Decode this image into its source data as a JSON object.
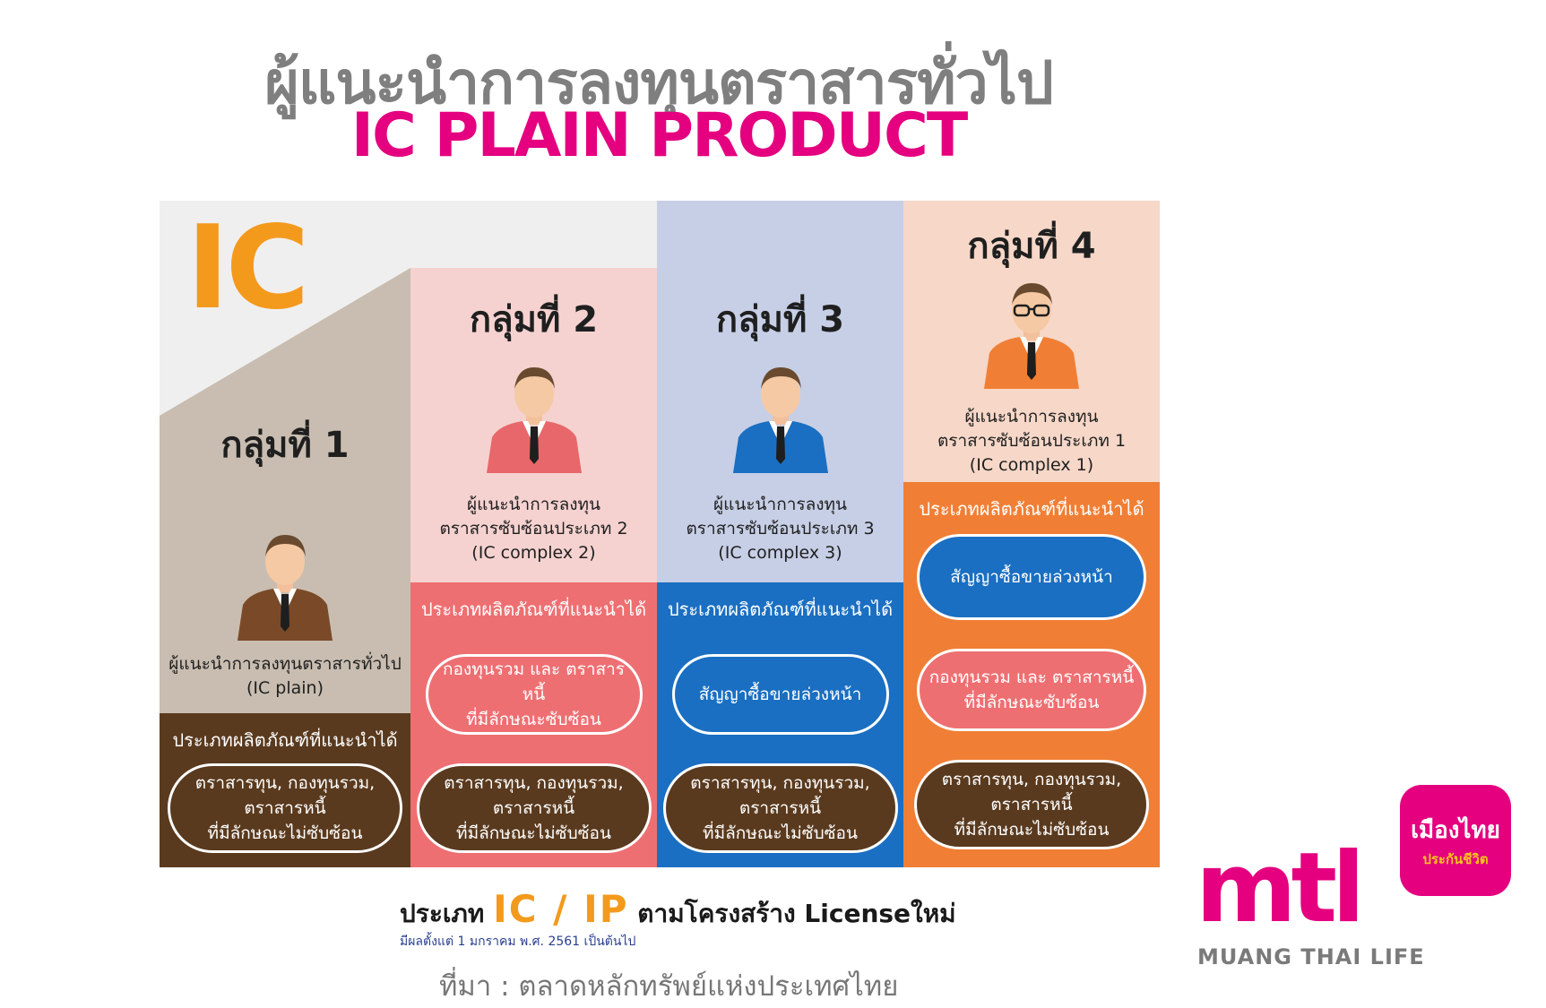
{
  "title": {
    "thai": "ผู้แนะนำการลงทุนตราสารทั่วไป",
    "english": "IC PLAIN PRODUCT"
  },
  "diagram": {
    "logo_text": "IC",
    "groups": [
      {
        "title": "กลุ่มที่ 1",
        "description": [
          "ผู้แนะนำการลงทุนตราสารทั่วไป",
          "(IC plain)"
        ],
        "products_header": "ประเภทผลิตภัณฑ์ที่แนะนำได้",
        "products": [
          {
            "lines": [
              "ตราสารทุน, กองทุนรวม,",
              "ตราสารหนี้",
              "ที่มีลักษณะไม่ซับซ้อน"
            ]
          }
        ],
        "suit_color": "#7a4a28"
      },
      {
        "title": "กลุ่มที่ 2",
        "description": [
          "ผู้แนะนำการลงทุน",
          "ตราสารซับซ้อนประเภท 2",
          "(IC complex 2)"
        ],
        "products_header": "ประเภทผลิตภัณฑ์ที่แนะนำได้",
        "products": [
          {
            "lines": [
              "กองทุนรวม และ ตราสารหนี้",
              "ที่มีลักษณะซับซ้อน"
            ]
          },
          {
            "lines": [
              "ตราสารทุน, กองทุนรวม,",
              "ตราสารหนี้",
              "ที่มีลักษณะไม่ซับซ้อน"
            ]
          }
        ],
        "suit_color": "#e8676a"
      },
      {
        "title": "กลุ่มที่ 3",
        "description": [
          "ผู้แนะนำการลงทุน",
          "ตราสารซับซ้อนประเภท 3",
          "(IC complex 3)"
        ],
        "products_header": "ประเภทผลิตภัณฑ์ที่แนะนำได้",
        "products": [
          {
            "lines": [
              "สัญญาซื้อขายล่วงหน้า"
            ]
          },
          {
            "lines": [
              "ตราสารทุน, กองทุนรวม,",
              "ตราสารหนี้",
              "ที่มีลักษณะไม่ซับซ้อน"
            ]
          }
        ],
        "suit_color": "#1a6fc2"
      },
      {
        "title": "กลุ่มที่ 4",
        "description": [
          "ผู้แนะนำการลงทุน",
          "ตราสารซับซ้อนประเภท 1",
          "(IC complex 1)"
        ],
        "products_header": "ประเภทผลิตภัณฑ์ที่แนะนำได้",
        "products": [
          {
            "lines": [
              "สัญญาซื้อขายล่วงหน้า"
            ]
          },
          {
            "lines": [
              "กองทุนรวม และ ตราสารหนี้",
              "ที่มีลักษณะซับซ้อน"
            ]
          },
          {
            "lines": [
              "ตราสารทุน, กองทุนรวม,",
              "ตราสารหนี้",
              "ที่มีลักษณะไม่ซับซ้อน"
            ]
          }
        ],
        "suit_color": "#f07f35"
      }
    ],
    "colors": {
      "logo": "#f39a1c",
      "group1_top": "#c8bdb0",
      "group1_bottom": "#5a3a1e",
      "group2_top": "#f5d2d0",
      "group2_bottom": "#ee6f72",
      "group3_top": "#c7cfe6",
      "group3_bottom": "#1a6fc2",
      "group4_top": "#f6d7c8",
      "group4_bottom": "#f07f35"
    }
  },
  "footer": {
    "prefix": "ประเภท",
    "highlight": "IC / IP",
    "suffix": "ตามโครงสร้าง Licenseใหม่",
    "effective": "มีผลตั้งแต่ 1 มกราคม พ.ศ. 2561 เป็นต้นไป",
    "source": "ที่มา : ตลาดหลักทรัพย์แห่งประเทศไทย"
  },
  "brand": {
    "badge_line1": "เมืองไทย",
    "badge_line2": "ประกันชีวิต",
    "wordmark": "mtl",
    "name": "MUANG THAI LIFE"
  }
}
